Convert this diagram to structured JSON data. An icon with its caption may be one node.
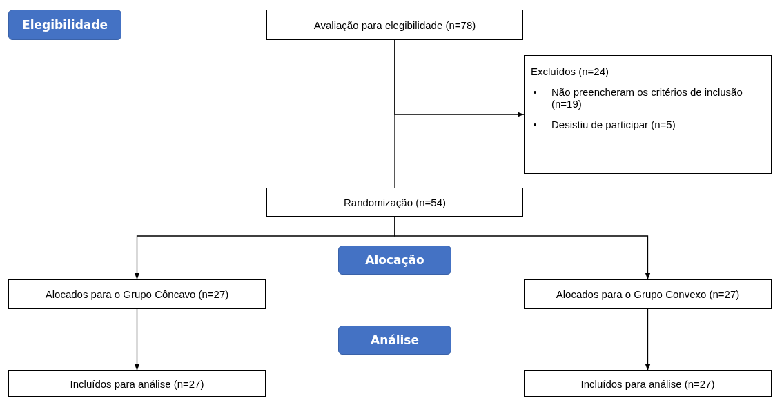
{
  "diagram": {
    "nodes": [
      {
        "text": [
          "Elegibilidade"
        ]
      },
      {
        "text": [
          "Avaliação para elegibilidade (n=78)"
        ]
      },
      {
        "text": [
          "Excluídos (n=24)",
          "Não preencheram os critérios de inclusão (n=19)",
          "Desistiu de participar (n=5)"
        ]
      },
      {
        "text": [
          "Randomização (n=54)"
        ]
      },
      {
        "text": [
          "Alocação"
        ]
      },
      {
        "text": [
          "Alocados para o Grupo Côncavo (n=27)"
        ]
      },
      {
        "text": [
          "Alocados para o Grupo Convexo (n=27)"
        ]
      },
      {
        "text": [
          "Análise"
        ]
      },
      {
        "text": [
          "Incluídos para análise (n=27)"
        ]
      },
      {
        "text": [
          "Incluídos para análise (n=27)"
        ]
      }
    ],
    "edges": [
      {
        "from": 1,
        "to": 3,
        "arrow": "none"
      },
      {
        "from": 1,
        "to": 2,
        "arrow": "to"
      },
      {
        "from": 3,
        "to": 5,
        "arrow": "to"
      },
      {
        "from": 3,
        "to": 6,
        "arrow": "to"
      },
      {
        "from": 5,
        "to": 8,
        "arrow": "to"
      },
      {
        "from": 6,
        "to": 9,
        "arrow": "to"
      }
    ]
  }
}
